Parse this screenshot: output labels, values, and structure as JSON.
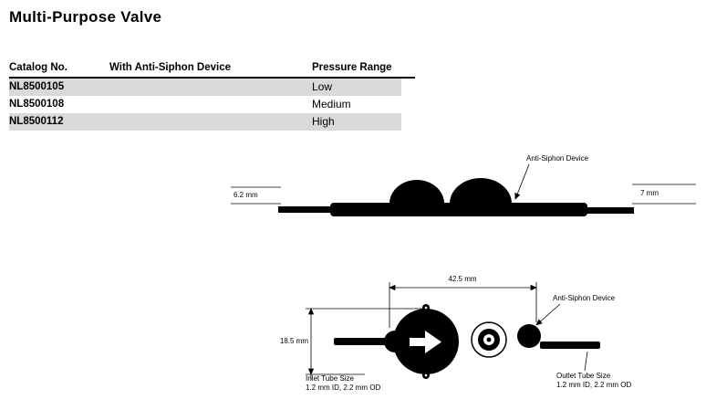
{
  "colors": {
    "row_alt": "#d9d9d9",
    "ink": "#000000"
  },
  "page": {
    "title": "Multi-Purpose Valve"
  },
  "table": {
    "headers": {
      "catalog": "Catalog No.",
      "device": "With Anti-Siphon Device",
      "pressure": "Pressure Range"
    },
    "rows": [
      {
        "catalog": "NL8500105",
        "pressure": "Low"
      },
      {
        "catalog": "NL8500108",
        "pressure": "Medium"
      },
      {
        "catalog": "NL8500112",
        "pressure": "High"
      }
    ]
  },
  "side_view": {
    "anti_siphon_label": "Anti-Siphon Device",
    "height_left": "6.2 mm",
    "height_right": "7 mm"
  },
  "top_view": {
    "width": "42.5 mm",
    "height": "18.5 mm",
    "anti_siphon_label": "Anti-Siphon Device",
    "inlet_title": "Inlet Tube Size",
    "inlet_spec": "1.2 mm ID, 2.2 mm OD",
    "outlet_title": "Outlet Tube Size",
    "outlet_spec": "1.2 mm ID, 2.2 mm OD"
  }
}
